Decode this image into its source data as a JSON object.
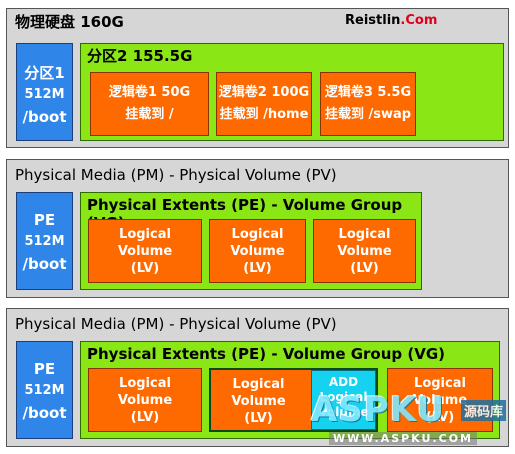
{
  "colors": {
    "panel": "#d6d6d6",
    "green": "#8ae614",
    "blue": "#2f86e8",
    "orange": "#ff6a00",
    "cyan": "#14d2f0",
    "brand_red": "#e0001b"
  },
  "panel1": {
    "title": "物理硬盘 160G",
    "brand_prefix": "Reistlin",
    "brand_suffix": ".Com",
    "partition1": {
      "line1": "分区1",
      "line2": "512M",
      "line3": "/boot"
    },
    "partition2": {
      "title": "分区2 155.5G",
      "volumes": [
        {
          "line1": "逻辑卷1 50G",
          "line2": "挂载到 /"
        },
        {
          "line1": "逻辑卷2 100G",
          "line2": "挂载到 /home"
        },
        {
          "line1": "逻辑卷3 5.5G",
          "line2": "挂载到 /swap"
        }
      ]
    }
  },
  "panel2": {
    "title": "Physical Media (PM) - Physical Volume (PV)",
    "pe": {
      "line1": "PE",
      "line2": "512M",
      "line3": "/boot"
    },
    "vg_title": "Physical Extents (PE) - Volume Group (VG)",
    "volumes": [
      {
        "line1": "Logical",
        "line2": "Volume",
        "line3": "(LV)"
      },
      {
        "line1": "Logical",
        "line2": "Volume",
        "line3": "(LV)"
      },
      {
        "line1": "Logical",
        "line2": "Volume",
        "line3": "(LV)"
      }
    ]
  },
  "panel3": {
    "title": "Physical Media (PM) - Physical Volume (PV)",
    "pe": {
      "line1": "PE",
      "line2": "512M",
      "line3": "/boot"
    },
    "vg_title": "Physical Extents (PE) - Volume Group (VG)",
    "volumes": [
      {
        "line1": "Logical",
        "line2": "Volume",
        "line3": "(LV)"
      },
      {
        "line1": "Logical",
        "line2": "Volume",
        "line3": "(LV)"
      },
      {
        "line1": "Logical",
        "line2": "Volume",
        "line3": "(LV)"
      }
    ],
    "add": {
      "line1": "ADD",
      "line2": "Logical",
      "line3": "Volume"
    }
  },
  "watermark": {
    "main": "ASPKU",
    "cn": "源码库",
    "url": "WWW.ASPKU.COM"
  }
}
